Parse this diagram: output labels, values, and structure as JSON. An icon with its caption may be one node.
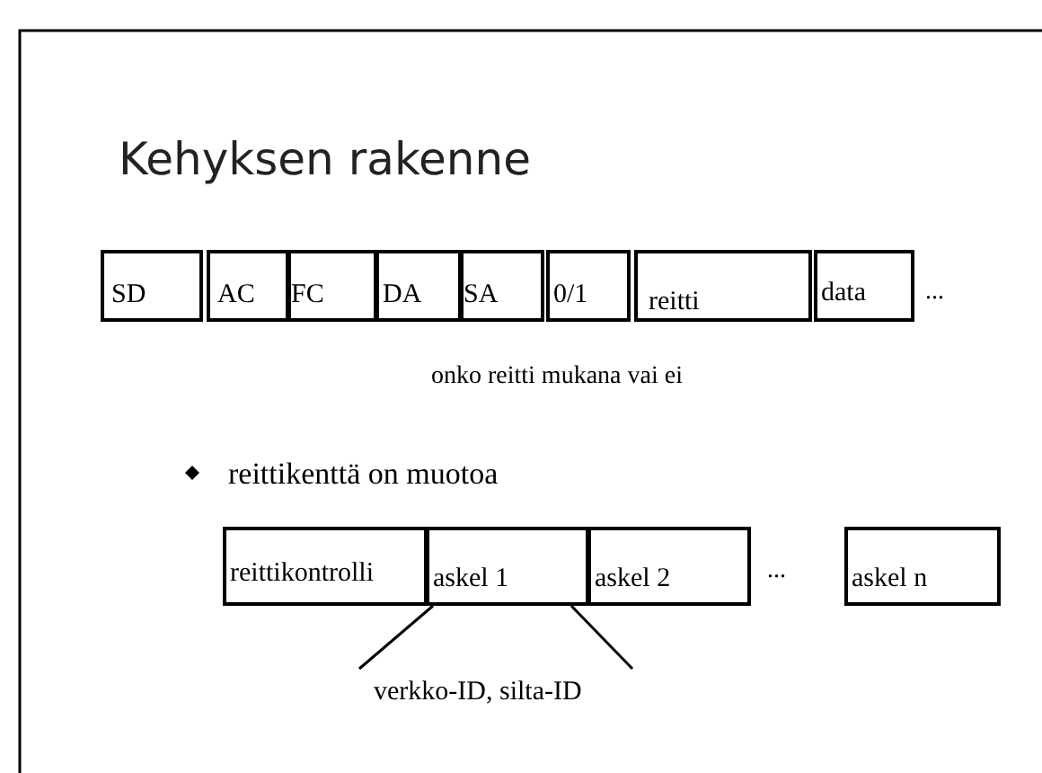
{
  "diagram": {
    "title": "Kehyksen rakenne",
    "nodes": [
      {
        "text": [
          "SD"
        ]
      },
      {
        "text": [
          "AC"
        ]
      },
      {
        "text": [
          "FC"
        ]
      },
      {
        "text": [
          "DA"
        ]
      },
      {
        "text": [
          "SA"
        ]
      },
      {
        "text": [
          "0/1"
        ]
      },
      {
        "text": [
          "reitti"
        ]
      },
      {
        "text": [
          "data"
        ]
      },
      {
        "text": [
          "reittikontrolli"
        ]
      },
      {
        "text": [
          "askel 1"
        ]
      },
      {
        "text": [
          "askel 2"
        ]
      },
      {
        "text": [
          "askel n"
        ]
      },
      {
        "text": [
          "verkko-ID, silta-ID"
        ]
      }
    ],
    "edges": [
      {
        "from": 9,
        "to": 12,
        "arrow": "none"
      },
      {
        "from": 9,
        "to": 12,
        "arrow": "none"
      }
    ],
    "labels": [
      "...",
      "onko reitti mukana vai ei",
      "reittikenttä on muotoa",
      "..."
    ]
  }
}
